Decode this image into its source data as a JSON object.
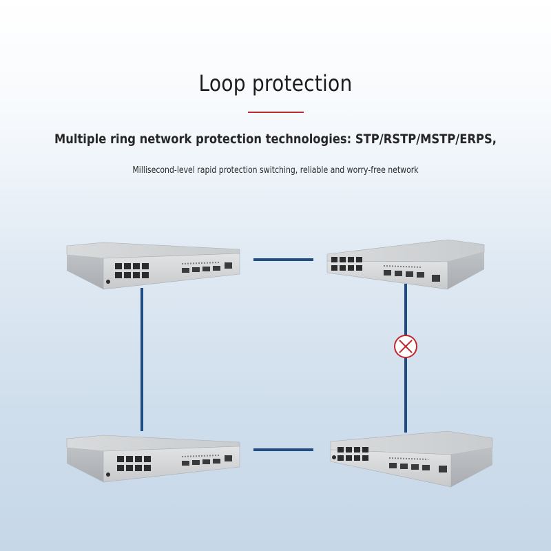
{
  "title": "Loop protection",
  "headline": "Multiple ring network protection technologies: STP/RSTP/MSTP/ERPS,",
  "subline": "Millisecond-level rapid protection switching, reliable and worry-free network",
  "colors": {
    "accent_red": "#c0272d",
    "link_blue": "#1f4d82",
    "switch_body": "#d3d5d7"
  },
  "topology": {
    "switches": [
      {
        "name": "top-left",
        "orientation": "left"
      },
      {
        "name": "top-right",
        "orientation": "right"
      },
      {
        "name": "bottom-left",
        "orientation": "left"
      },
      {
        "name": "bottom-right",
        "orientation": "right"
      }
    ],
    "links": [
      {
        "from": "top-left",
        "to": "top-right",
        "state": "active"
      },
      {
        "from": "top-left",
        "to": "bottom-left",
        "state": "active"
      },
      {
        "from": "bottom-left",
        "to": "bottom-right",
        "state": "active"
      },
      {
        "from": "top-right",
        "to": "bottom-right",
        "state": "blocked"
      }
    ],
    "blocked_icon": "x-circle-icon"
  }
}
